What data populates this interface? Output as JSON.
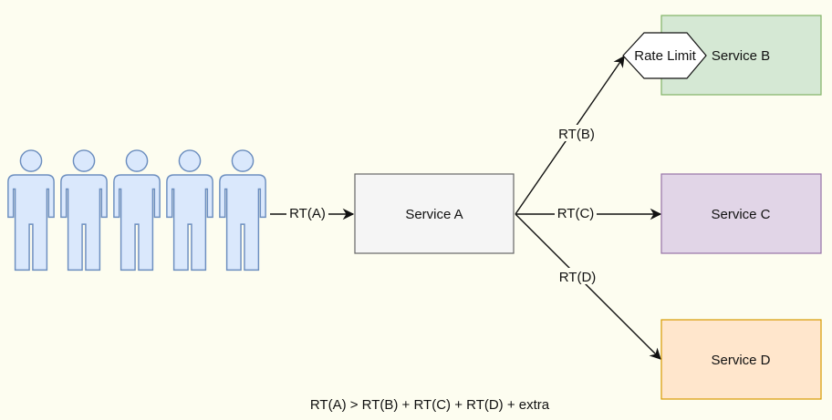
{
  "nodes": {
    "service_a": "Service A",
    "service_b": "Service B",
    "service_c": "Service C",
    "service_d": "Service D",
    "rate_limit": "Rate Limit"
  },
  "edges": {
    "users_to_a": "RT(A)",
    "a_to_b": "RT(B)",
    "a_to_c": "RT(C)",
    "a_to_d": "RT(D)"
  },
  "formula": "RT(A) > RT(B) + RT(C) + RT(D) + extra",
  "icons": [
    "user-icon",
    "user-icon",
    "user-icon",
    "user-icon",
    "user-icon"
  ],
  "colors": {
    "background": "#fdfdf0",
    "user_fill": "#dae8fc",
    "user_stroke": "#6c8ebf",
    "service_a_fill": "#f5f5f5",
    "service_a_stroke": "#666666",
    "service_b_fill": "#d5e8d4",
    "service_b_stroke": "#82b366",
    "service_c_fill": "#e1d5e7",
    "service_c_stroke": "#9673a6",
    "service_d_fill": "#ffe6cc",
    "service_d_stroke": "#d79b00"
  }
}
